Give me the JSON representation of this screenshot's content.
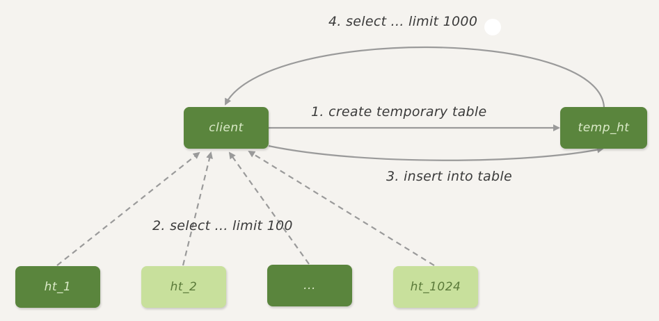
{
  "nodes": {
    "client": "client",
    "temp_ht": "temp_ht",
    "ht_1": "ht_1",
    "ht_2": "ht_2",
    "ellipsis": "...",
    "ht_1024": "ht_1024"
  },
  "steps": {
    "step1": "1. create temporary table",
    "step2": "2. select ... limit 100",
    "step3": "3. insert into table",
    "step4": "4. select ... limit 1000"
  },
  "colors": {
    "dark_node": "#5a853d",
    "light_node": "#c8e09c",
    "arrow": "#9a9a9a",
    "background": "#f5f3ef"
  }
}
